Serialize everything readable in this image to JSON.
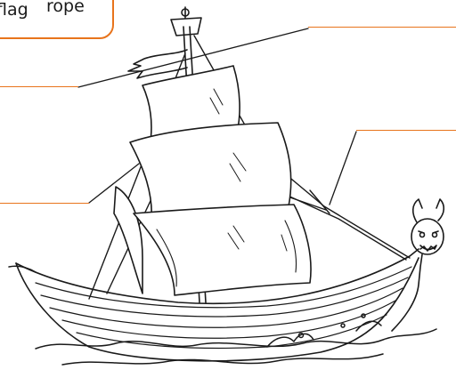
{
  "word_bank": {
    "words": [
      "flag",
      "rope"
    ]
  },
  "colors": {
    "accent": "#e8741c",
    "ink": "#1a1a1a",
    "background": "#ffffff"
  },
  "label_blanks": 4,
  "illustration": "sailing-ship-line-drawing"
}
